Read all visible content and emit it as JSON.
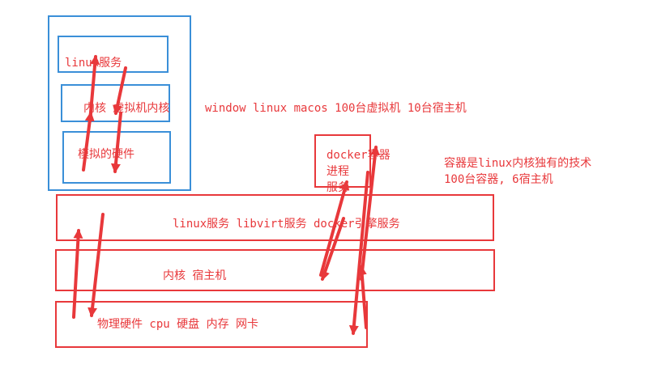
{
  "vm": {
    "linux_service": "linux服务",
    "kernel_vm": "内核  虚拟机内核",
    "virtual_hw": "模拟的硬件"
  },
  "os_note": "window linux macos  100台虚拟机 10台宿主机",
  "docker": {
    "title": "docker容器",
    "process": "进程",
    "service": "服务"
  },
  "container_note": {
    "line1": "容器是linux内核独有的技术",
    "line2": "100台容器, 6宿主机"
  },
  "host": {
    "services": "linux服务  libvirt服务  docker引擎服务",
    "kernel": "内核  宿主机",
    "hardware": "物理硬件 cpu 硬盘 内存  网卡"
  },
  "colors": {
    "red": "#e8383b",
    "blue": "#3a8fd8"
  }
}
